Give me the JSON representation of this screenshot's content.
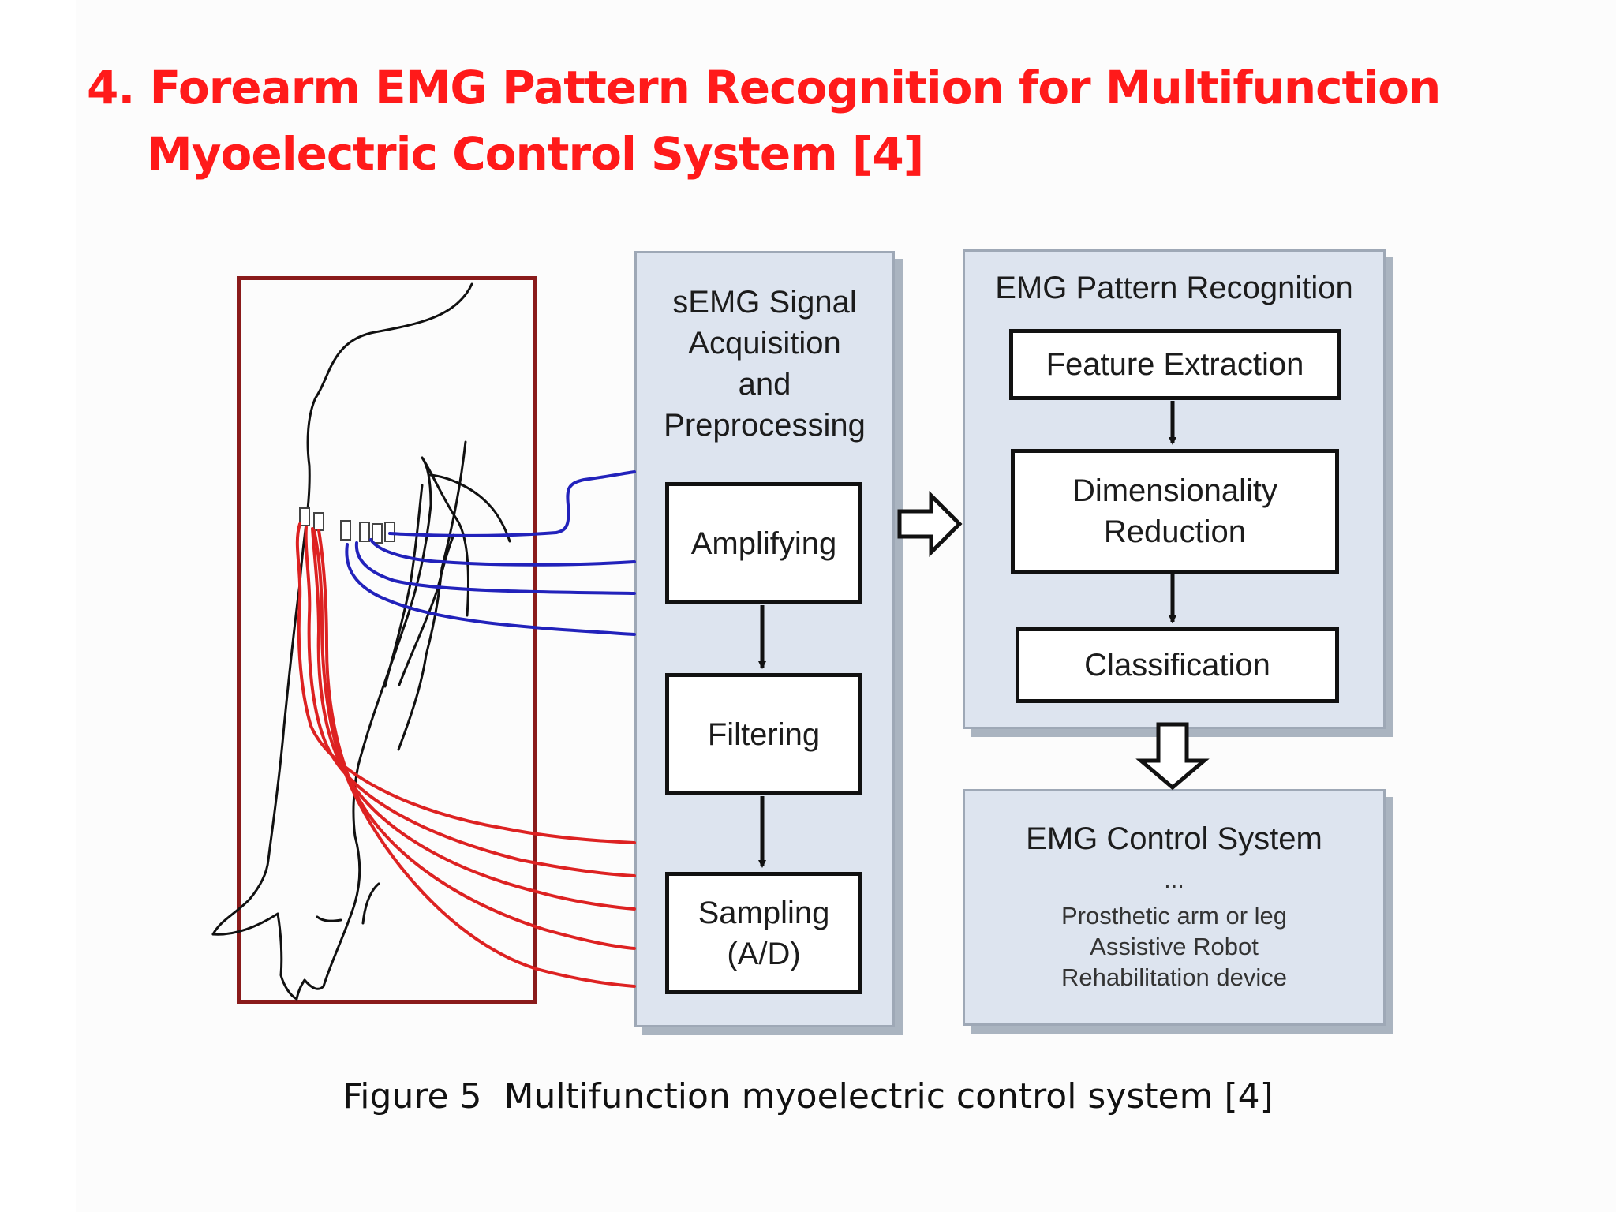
{
  "title": {
    "line1": "4. Forearm EMG Pattern Recognition for Multifunction",
    "line2": "Myoelectric Control System [4]"
  },
  "acquisition_panel": {
    "heading": "sEMG Signal\nAcquisition\nand\nPreprocessing",
    "steps": [
      "Amplifying",
      "Filtering",
      "Sampling\n(A/D)"
    ]
  },
  "recognition_panel": {
    "heading": "EMG Pattern Recognition",
    "steps": [
      "Feature Extraction",
      "Dimensionality\nReduction",
      "Classification"
    ]
  },
  "control_panel": {
    "heading": "EMG Control System",
    "ellipsis": "...",
    "items": [
      "Prosthetic arm or leg",
      "Assistive Robot",
      "Rehabilitation device"
    ]
  },
  "caption": "Figure 5  Multifunction myoelectric control system [4]",
  "colors": {
    "title": "#ff1a1a",
    "panel_fill": "#dde4ef",
    "electrode_wire_upper": "#2222bb",
    "electrode_wire_lower": "#dd2222",
    "arm_frame": "#8a1b1b"
  }
}
